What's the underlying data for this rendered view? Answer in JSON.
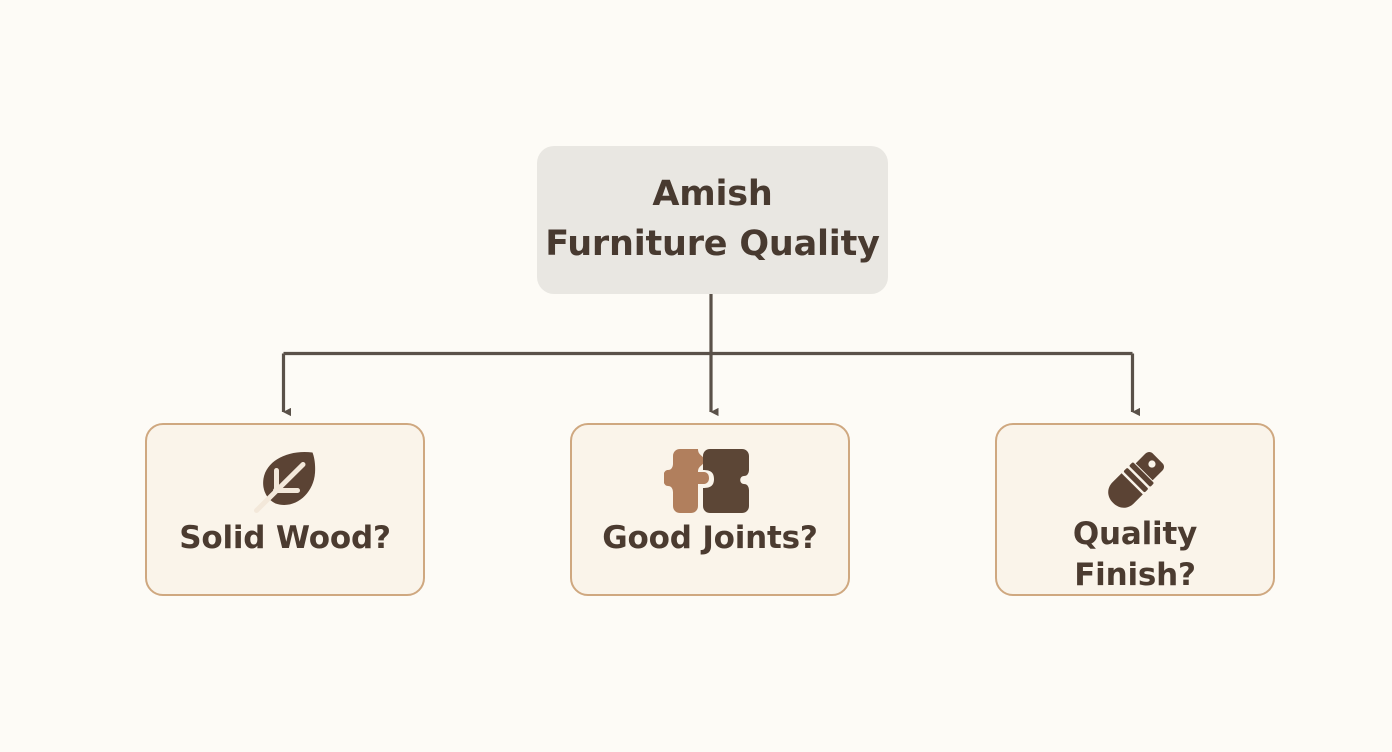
{
  "diagram": {
    "type": "flowchart-tree",
    "background_color": "#fdfbf6",
    "root": {
      "title": "Amish\nFurniture Quality",
      "fill_color": "#e9e7e2",
      "text_color": "#483a30"
    },
    "connector": {
      "color": "#5a5149",
      "style": "orthogonal-with-arrowheads"
    },
    "children": [
      {
        "label": "Solid Wood?",
        "icon": "leaf-icon",
        "icon_color": "#5b4334",
        "icon_detail_color": "#f3e8da",
        "fill_color": "#faf4ea",
        "border_color": "#cfa880",
        "text_color": "#4b3b30"
      },
      {
        "label": "Good Joints?",
        "icon": "puzzle-pieces-icon",
        "icon_color": "#5c4636",
        "icon_accent_color": "#b17f5d",
        "fill_color": "#faf4ea",
        "border_color": "#cfa880",
        "text_color": "#4b3b30"
      },
      {
        "label": "Quality\nFinish?",
        "icon": "paintbrush-icon",
        "icon_color": "#5b4334",
        "fill_color": "#faf4ea",
        "border_color": "#cfa880",
        "text_color": "#4b3b30"
      }
    ]
  }
}
